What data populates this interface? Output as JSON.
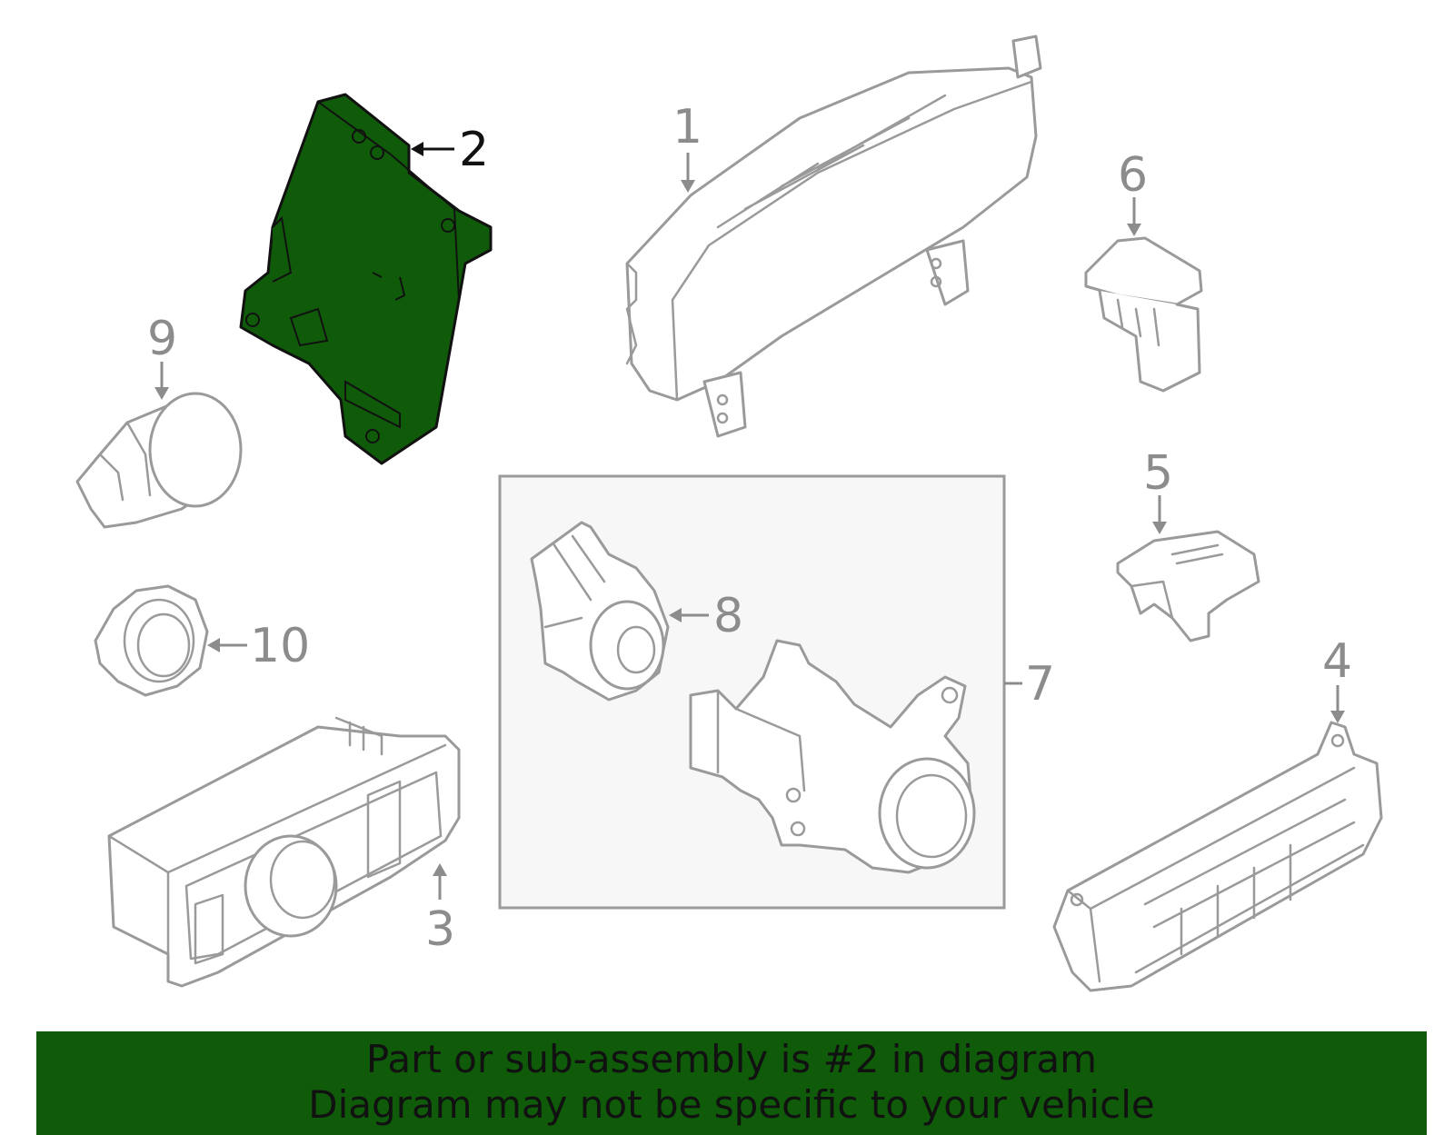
{
  "callouts": {
    "c1": "1",
    "c2": "2",
    "c3": "3",
    "c4": "4",
    "c5": "5",
    "c6": "6",
    "c7": "7",
    "c8": "8",
    "c9": "9",
    "c10": "10"
  },
  "highlight_color": "#0f5b0a",
  "part_outline_color": "#9a9a9a",
  "banner": {
    "line1": "Part or sub-assembly is #2 in diagram",
    "line2": "Diagram may not be specific to your vehicle"
  }
}
